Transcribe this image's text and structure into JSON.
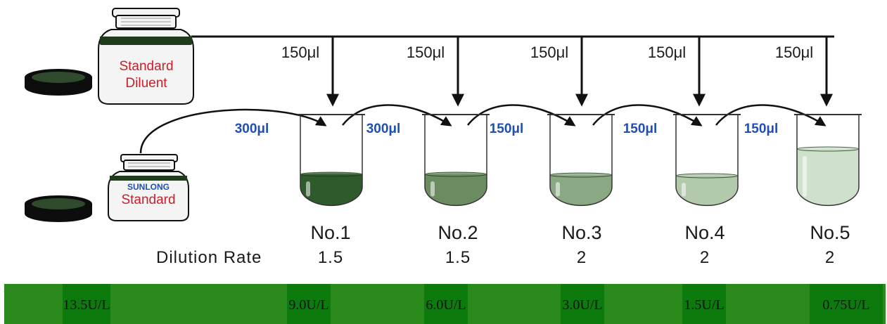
{
  "diluent_bottle": {
    "line1": "Standard",
    "line2": "Diluent",
    "text_color": "#c8202a"
  },
  "standard_bottle": {
    "brand": "SUNLONG",
    "label": "Standard",
    "brand_color": "#1f4fb0",
    "label_color": "#c8202a"
  },
  "diluent_volume": "150μl",
  "transfer_volumes": [
    "300μl",
    "300μl",
    "150μl",
    "150μl",
    "150μl"
  ],
  "tubes": [
    {
      "label": "No.1",
      "rate": "1.5",
      "fill": "#2f5a2c"
    },
    {
      "label": "No.2",
      "rate": "1.5",
      "fill": "#6b8b60"
    },
    {
      "label": "No.3",
      "rate": "2",
      "fill": "#8aa883"
    },
    {
      "label": "No.4",
      "rate": "2",
      "fill": "#b2c9ab"
    },
    {
      "label": "No.5",
      "rate": "2",
      "fill": "#cfe0cc"
    }
  ],
  "dilution_rate_label": "Dilution Rate",
  "concentrations": [
    "13.5U/L",
    "9.0U/L",
    "6.0U/L",
    "3.0U/L",
    "1.5U/L",
    "0.75U/L"
  ],
  "colors": {
    "band": "#2b8a1c",
    "cell": "#0d7a0d"
  }
}
